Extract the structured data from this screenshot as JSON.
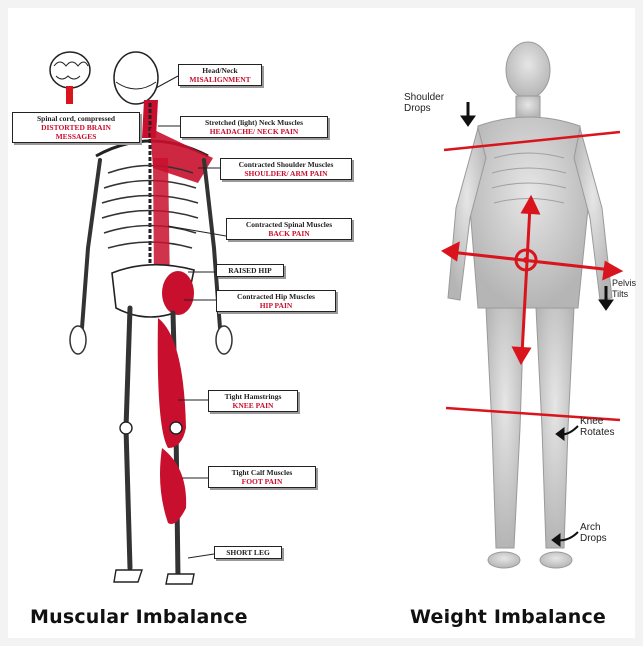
{
  "muscular": {
    "caption": "Muscular Imbalance",
    "labels": [
      {
        "line1": "Head/Neck",
        "line2": "MISALIGNMENT"
      },
      {
        "line1": "Spinal cord, compressed",
        "line2": "DISTORTED BRAIN",
        "line3": "MESSAGES"
      },
      {
        "line1": "Stretched (light) Neck Muscles",
        "line2": "HEADACHE/ NECK PAIN"
      },
      {
        "line1": "Contracted Shoulder Muscles",
        "line2": "SHOULDER/ ARM PAIN"
      },
      {
        "line1": "Contracted Spinal Muscles",
        "line2": "BACK PAIN"
      },
      {
        "line1": "RAISED HIP"
      },
      {
        "line1": "Contracted Hip Muscles",
        "line2": "HIP PAIN"
      },
      {
        "line1": "Tight Hamstrings",
        "line2": "KNEE PAIN"
      },
      {
        "line1": "Tight Calf Muscles",
        "line2": "FOOT PAIN"
      },
      {
        "line1": "SHORT LEG"
      }
    ]
  },
  "weight": {
    "caption": "Weight Imbalance",
    "annotations": {
      "shoulder": {
        "line1": "Shoulder",
        "line2": "Drops"
      },
      "pelvis": {
        "line1": "Pelvis",
        "line2": "Tilts"
      },
      "knee": {
        "line1": "Knee",
        "line2": "Rotates"
      },
      "arch": {
        "line1": "Arch",
        "line2": "Drops"
      }
    }
  },
  "colors": {
    "accent_red": "#d9141c",
    "muscle_red": "#c8102e"
  }
}
